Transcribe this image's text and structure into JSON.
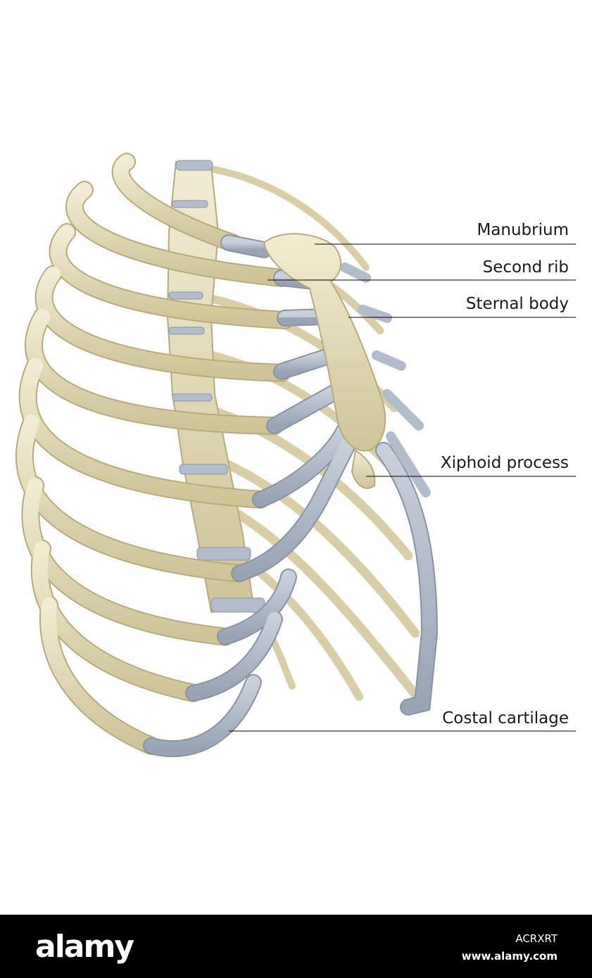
{
  "labels": {
    "manubrium": "Manubrium",
    "second_rib": "Second rib",
    "sternal_body": "Sternal body",
    "xiphoid": "Xiphoid process",
    "costal_cartilage": "Costal cartilage"
  },
  "footer": {
    "brand": "alamy",
    "image_id": "ACRXRT",
    "site": "www.alamy.com"
  },
  "colors": {
    "bone": "#e4dcb7",
    "bone_edge": "#b8ab7a",
    "cartilage": "#b2bccb",
    "cartilage_edge": "#8893a5",
    "leader_line": "#000000",
    "footer_bg": "#000000"
  }
}
